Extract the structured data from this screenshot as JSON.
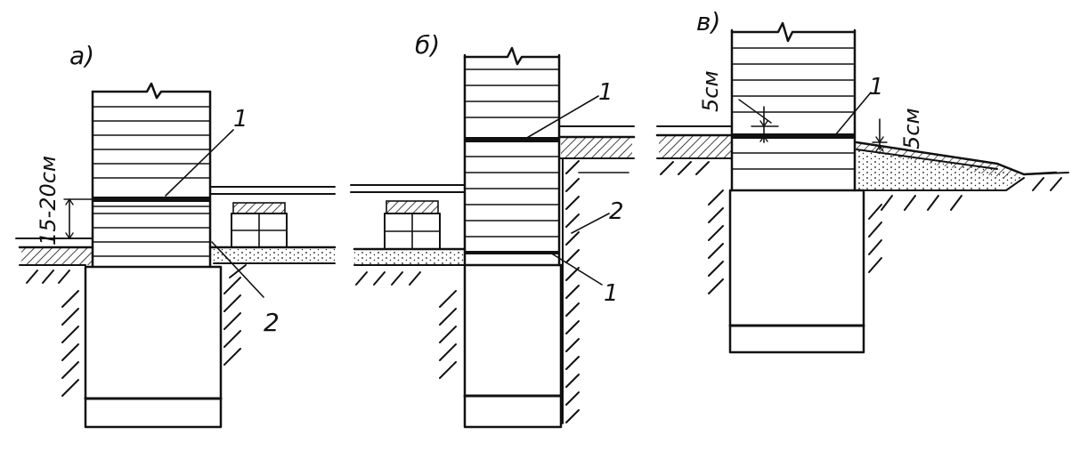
{
  "panels": [
    {
      "id": "a",
      "letter": "а)",
      "dimension": "15-20см",
      "callouts": [
        "1",
        "2"
      ]
    },
    {
      "id": "b",
      "letter": "б)",
      "callouts": [
        "1",
        "2",
        "1"
      ]
    },
    {
      "id": "c",
      "letter": "в)",
      "dimension_left": "5см",
      "dimension_right": "5см",
      "callouts": [
        "1"
      ]
    }
  ],
  "colors": {
    "ink": "#111111",
    "background": "#ffffff"
  }
}
